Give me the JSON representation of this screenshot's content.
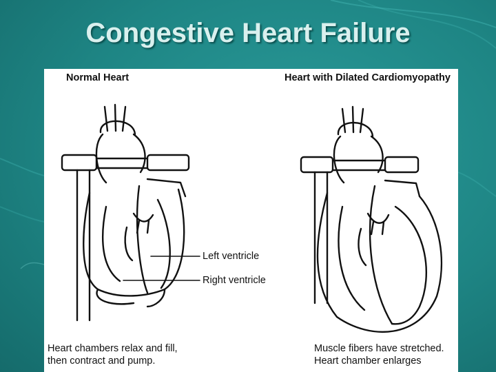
{
  "slide": {
    "title": "Congestive Heart Failure"
  },
  "figure": {
    "left_panel": {
      "title": "Normal Heart",
      "caption_line1": "Heart chambers relax and fill,",
      "caption_line2": "then contract and pump.",
      "labels": {
        "left_ventricle": "Left ventricle",
        "right_ventricle": "Right ventricle"
      }
    },
    "right_panel": {
      "title": "Heart with Dilated Cardiomyopathy",
      "caption_line1": "Muscle fibers have stretched.",
      "caption_line2": "Heart chamber enlarges"
    }
  },
  "colors": {
    "background": "#1e8584",
    "title_text": "#d9f0ee",
    "figure_background": "#ffffff"
  }
}
